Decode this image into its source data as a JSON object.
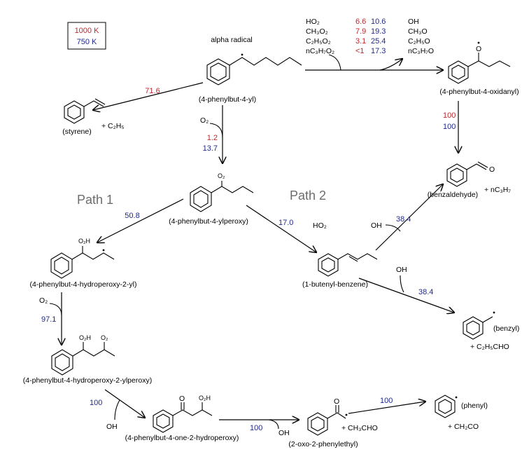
{
  "legend": {
    "hot": "1000 K",
    "cold": "750 K",
    "hot_color": "#c0282d",
    "cold_color": "#1f2a8c"
  },
  "species": {
    "alpha_title": "alpha radical",
    "phenylbutyl": "(4-phenylbut-4-yl)",
    "styrene": "(styrene)",
    "c2h5": "+ C₂H₅",
    "o2": "O₂",
    "peroxy": "(4-phenylbut-4-ylperoxy)",
    "peroxy_o2": "O₂",
    "oxidanyl": "(4-phenylbut-4-oxidanyl)",
    "oxidanyl_o": "O",
    "benzaldehyde": "(benzaldehyde)",
    "nc3h7": "+ nC₃H₇",
    "aldehyde_o": "O",
    "hydroperoxy2yl": "(4-phenylbut-4-hydroperoxy-2-yl)",
    "o2h_1": "O₂H",
    "o2_path1": "O₂",
    "hydroperoxy2ylperoxy": "(4-phenylbut-4-hydroperoxy-2-ylperoxy)",
    "o2h_2": "O₂H",
    "o2_2": "O₂",
    "one2hydroperoxy": "(4-phenylbut-4-one-2-hydroperoxy)",
    "ketone_o": "O",
    "o2h_3": "O₂H",
    "oh_1": "OH",
    "oh_2": "OH",
    "oxophenylethyl": "(2-oxo-2-phenylethyl)",
    "ch3cho": "+ CH₃CHO",
    "oxo_o": "O",
    "phenyl": "(phenyl)",
    "ch2co": "+ CH₂CO",
    "butenylbenzene": "(1-butenyl-benzene)",
    "ho2": "HO₂",
    "oh_b1": "OH",
    "oh_b2": "OH",
    "benzyl": "(benzyl)",
    "c2h5cho": "+ C₂H₅CHO"
  },
  "paths": {
    "path1": "Path 1",
    "path2": "Path 2"
  },
  "abstraction_table": {
    "reactants": [
      "HO₂",
      "CH₃O₂",
      "C₂H₅O₂",
      "nC₃H₇O₂"
    ],
    "hot": [
      "6.6",
      "7.9",
      "3.1",
      "<1"
    ],
    "cold": [
      "10.6",
      "19.3",
      "25.4",
      "17.3"
    ],
    "products": [
      "OH",
      "CH₃O",
      "C₂H₅O",
      "nC₃H₇O"
    ]
  },
  "rates": {
    "styrene": "71.6",
    "o2_add_hot": "1.2",
    "o2_add_cold": "13.7",
    "benzaldehyde_hot": "100",
    "benzaldehyde_cold": "100",
    "path1": "50.8",
    "path2": "17.0",
    "hydroperoxy_o2": "97.1",
    "ketone": "100",
    "oxo": "100",
    "phenyl": "100",
    "oh_benzaldehyde": "38.4",
    "oh_benzyl": "38.4"
  }
}
